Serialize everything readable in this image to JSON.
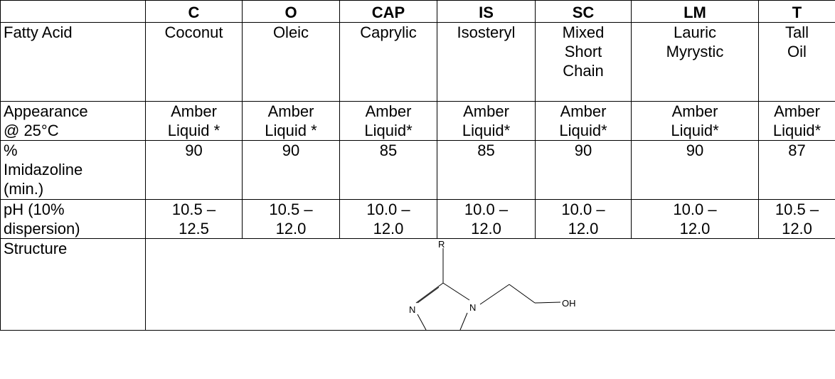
{
  "table": {
    "header": [
      "",
      "C",
      "O",
      "CAP",
      "IS",
      "SC",
      "LM",
      "T"
    ],
    "rows": [
      {
        "label": [
          "Fatty Acid"
        ],
        "cells": [
          [
            "Coconut"
          ],
          [
            "Oleic"
          ],
          [
            "Caprylic"
          ],
          [
            "Isosteryl"
          ],
          [
            "Mixed",
            "Short",
            "Chain"
          ],
          [
            "Lauric",
            "Myrystic"
          ],
          [
            "Tall",
            "Oil"
          ]
        ]
      },
      {
        "label": [
          "Appearance",
          "@ 25°C"
        ],
        "cells": [
          [
            "Amber",
            "Liquid *"
          ],
          [
            "Amber",
            "Liquid *"
          ],
          [
            "Amber",
            "Liquid*"
          ],
          [
            "Amber",
            "Liquid*"
          ],
          [
            "Amber",
            "Liquid*"
          ],
          [
            "Amber",
            "Liquid*"
          ],
          [
            "Amber",
            "Liquid*"
          ]
        ]
      },
      {
        "label": [
          "%",
          "Imidazoline",
          "(min.)"
        ],
        "cells": [
          [
            "90"
          ],
          [
            "90"
          ],
          [
            "85"
          ],
          [
            "85"
          ],
          [
            "90"
          ],
          [
            "90"
          ],
          [
            "87"
          ]
        ]
      },
      {
        "label": [
          "pH (10%",
          "dispersion)"
        ],
        "cells": [
          [
            "10.5 –",
            "12.5"
          ],
          [
            "10.5 –",
            "12.0"
          ],
          [
            "10.0 –",
            "12.0"
          ],
          [
            "10.0 –",
            "12.0"
          ],
          [
            "10.0 –",
            "12.0"
          ],
          [
            "10.0 –",
            "12.0"
          ],
          [
            "10.5 –",
            "12.0"
          ]
        ]
      }
    ],
    "structure": {
      "label": "Structure",
      "atoms": {
        "r": "R",
        "n1": "N",
        "n2": "N",
        "oh": "OH"
      }
    }
  }
}
